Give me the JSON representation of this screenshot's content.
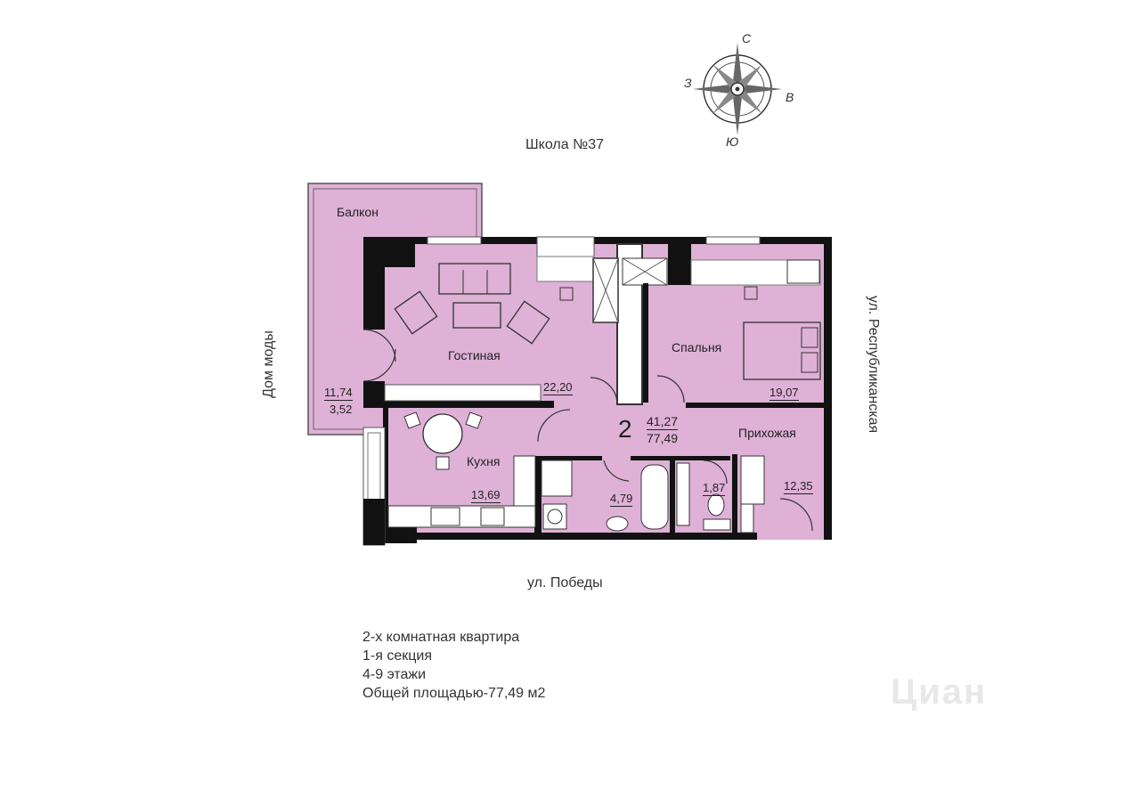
{
  "streets": {
    "north": "Школа №37",
    "south": "ул. Победы",
    "west": "Дом моды",
    "east": "ул. Республиканская"
  },
  "compass": {
    "n": "С",
    "s": "Ю",
    "e": "В",
    "w": "З"
  },
  "rooms": {
    "balcony": {
      "name": "Балкон",
      "area": "11,74",
      "area2": "3,52"
    },
    "living": {
      "name": "Гостиная",
      "area": "22,20"
    },
    "bedroom": {
      "name": "Спальня",
      "area": "19,07"
    },
    "kitchen": {
      "name": "Кухня",
      "area": "13,69"
    },
    "hall": {
      "name": "Прихожая",
      "area": "12,35"
    },
    "bathroom": {
      "area": "4,79"
    },
    "toilet": {
      "area": "1,87"
    }
  },
  "apartment": {
    "rooms_count": "2",
    "living_area": "41,27",
    "total_area": "77,49"
  },
  "info": {
    "line1": "2-х комнатная квартира",
    "line2": "1-я секция",
    "line3": "4-9 этажи",
    "line4": "Общей площадью-77,49 м2"
  },
  "watermark": "Циан",
  "colors": {
    "room_fill": "#dfb1d7",
    "wall": "#111111"
  }
}
